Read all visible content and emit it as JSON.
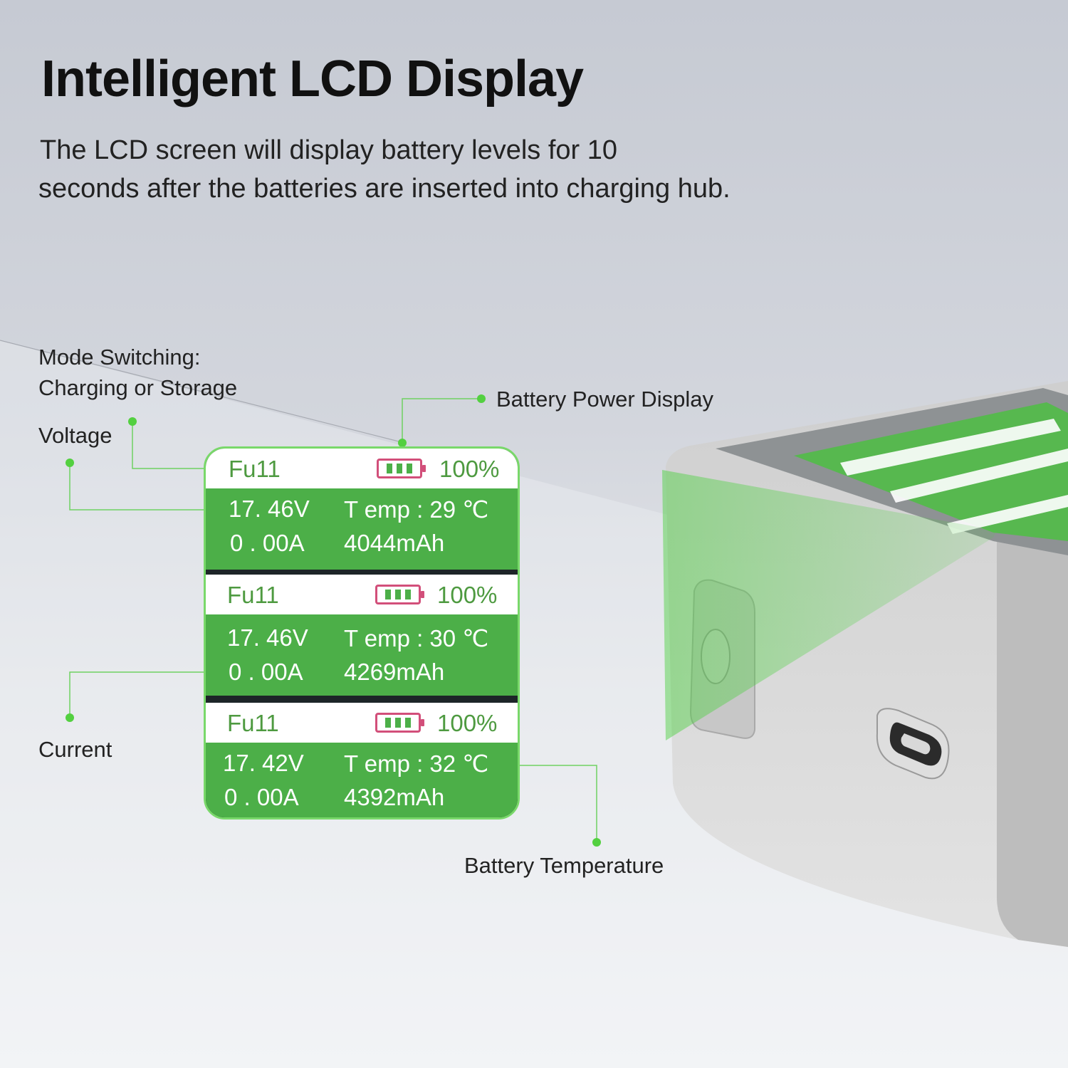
{
  "header": {
    "title": "Intelligent LCD Display",
    "subtitle_line1": "The LCD screen will display battery levels for 10",
    "subtitle_line2": "seconds after the batteries are inserted into charging hub."
  },
  "callouts": {
    "mode_line1": "Mode Switching:",
    "mode_line2": "Charging or Storage",
    "voltage": "Voltage",
    "current": "Current",
    "power": "Battery Power Display",
    "temperature": "Battery Temperature"
  },
  "colors": {
    "accent_green": "#4caf48",
    "pointer_green": "#5fd44f",
    "battery_pink": "#d24f7a"
  },
  "battery_slots": [
    {
      "name": "Fu11",
      "percent": "100%",
      "voltage": "17. 46V",
      "current": "0 . 00A",
      "temp": "T emp :  29 ℃",
      "capacity": "4044mAh",
      "level_fraction": 1.0
    },
    {
      "name": "Fu11",
      "percent": "100%",
      "voltage": "17. 46V",
      "current": "0 . 00A",
      "temp": "T emp :  30 ℃",
      "capacity": "4269mAh",
      "level_fraction": 1.0
    },
    {
      "name": "Fu11",
      "percent": "100%",
      "voltage": "17. 42V",
      "current": "0 . 00A",
      "temp": "T emp :  32 ℃",
      "capacity": "4392mAh",
      "level_fraction": 1.0
    }
  ],
  "device": {
    "port_icon": "usb-c-port-icon",
    "button_icon": "power-button-icon"
  }
}
